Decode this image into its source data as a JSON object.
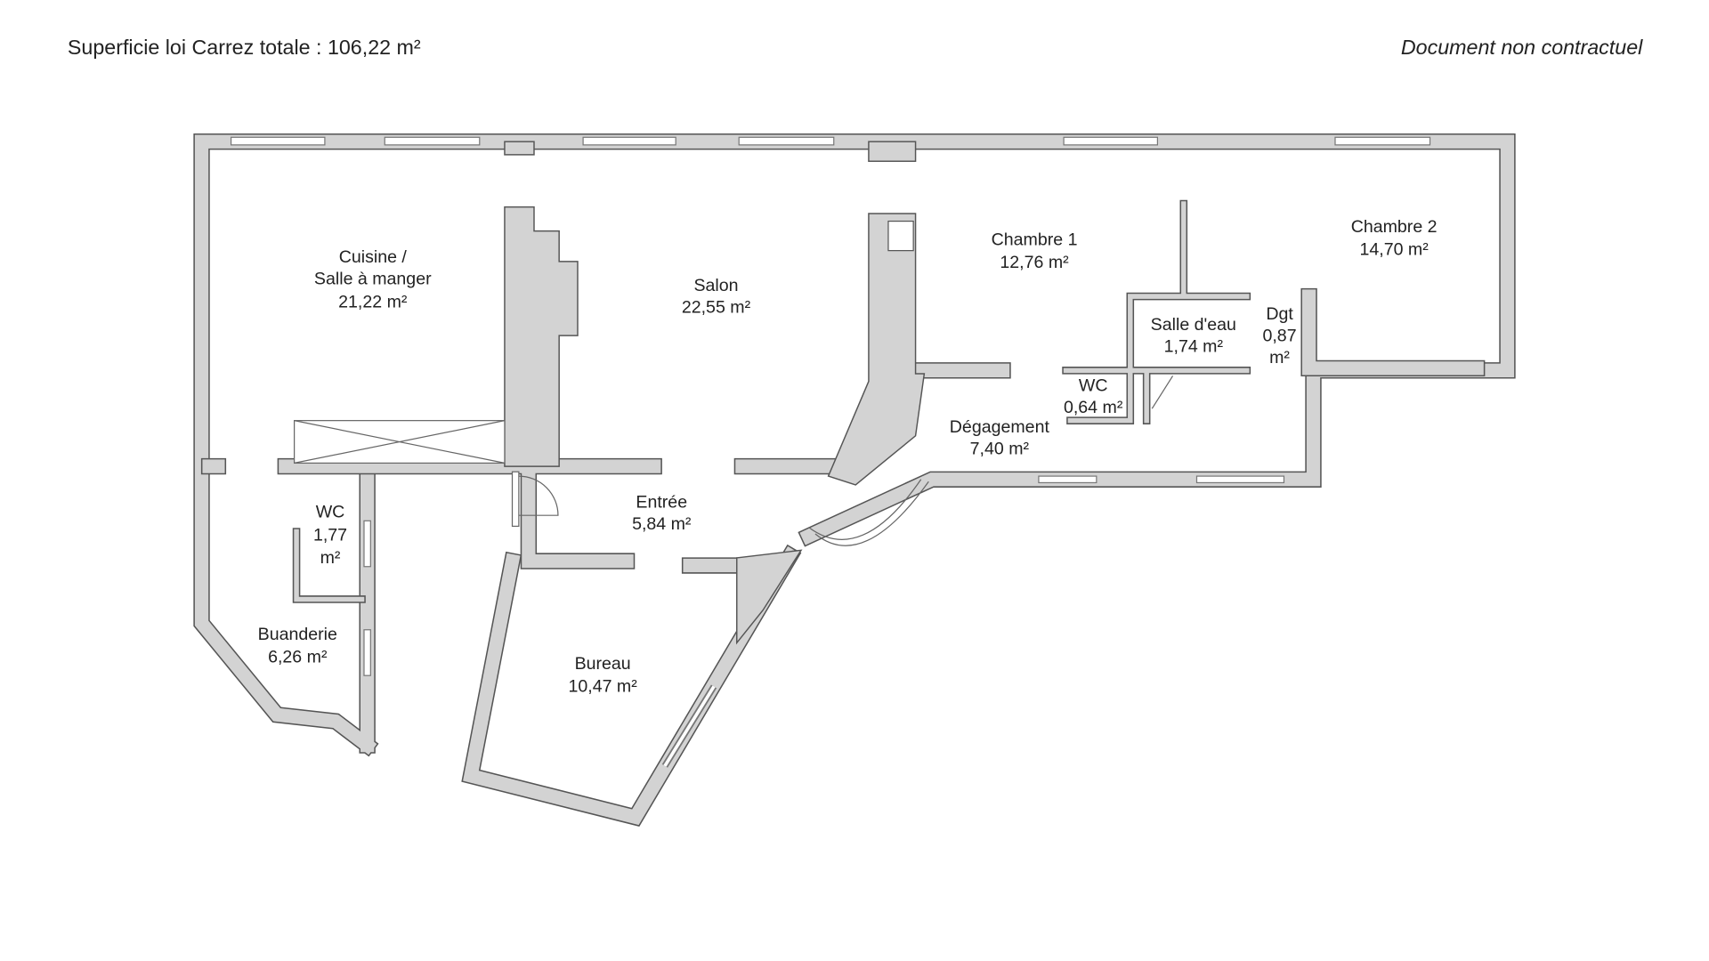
{
  "header": {
    "total_area": "Superficie loi Carrez totale :  106,22 m²",
    "disclaimer": "Document non contractuel"
  },
  "rooms": {
    "cuisine": {
      "line1": "Cuisine /",
      "line2": "Salle à manger",
      "area": "21,22 m²"
    },
    "salon": {
      "name": "Salon",
      "area": "22,55 m²"
    },
    "chambre1": {
      "name": "Chambre 1",
      "area": "12,76 m²"
    },
    "chambre2": {
      "name": "Chambre 2",
      "area": "14,70 m²"
    },
    "salle_eau": {
      "name": "Salle d'eau",
      "area": "1,74 m²"
    },
    "dgt": {
      "name": "Dgt",
      "area": "0,87",
      "unit": "m²"
    },
    "wc2": {
      "name": "WC",
      "area": "0,64 m²"
    },
    "degagement": {
      "name": "Dégagement",
      "area": "7,40 m²"
    },
    "entree": {
      "name": "Entrée",
      "area": "5,84 m²"
    },
    "wc1": {
      "name": "WC",
      "area": "1,77",
      "unit": "m²"
    },
    "buanderie": {
      "name": "Buanderie",
      "area": "6,26 m²"
    },
    "bureau": {
      "name": "Bureau",
      "area": "10,47 m²"
    }
  }
}
